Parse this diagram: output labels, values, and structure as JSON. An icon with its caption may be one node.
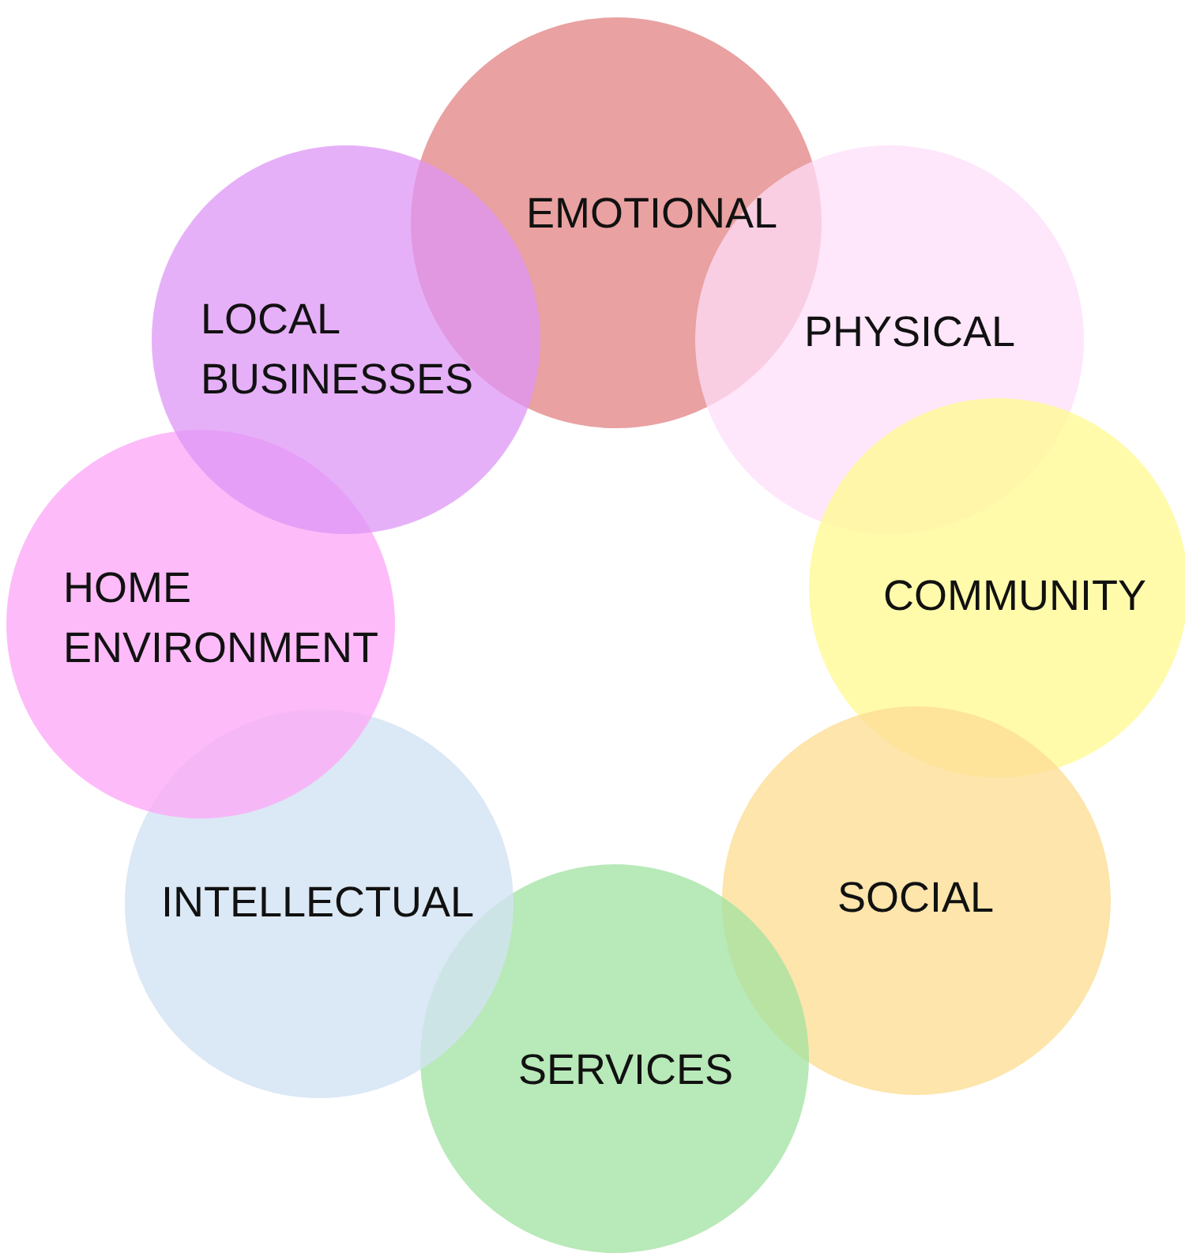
{
  "diagram": {
    "nodes": [
      {
        "text": [
          "EMOTIONAL"
        ]
      },
      {
        "text": [
          "PHYSICAL"
        ]
      },
      {
        "text": [
          "COMMUNITY"
        ]
      },
      {
        "text": [
          "SOCIAL"
        ]
      },
      {
        "text": [
          "SERVICES"
        ]
      },
      {
        "text": [
          "INTELLECTUAL"
        ]
      },
      {
        "text": [
          "HOME ENVIRONMENT"
        ]
      },
      {
        "text": [
          "LOCAL BUSINESSES"
        ]
      }
    ]
  }
}
